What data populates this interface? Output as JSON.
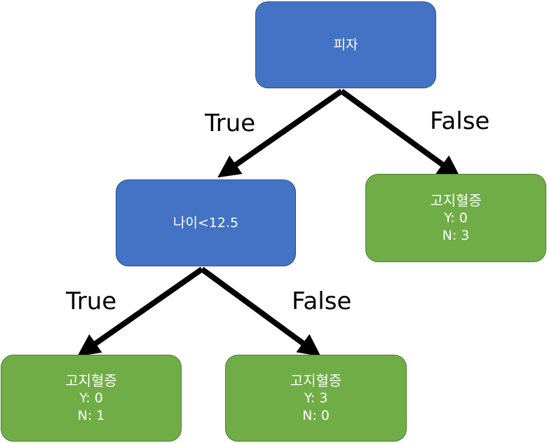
{
  "nodes": {
    "root": {
      "title": "피자"
    },
    "age": {
      "title": "나이<12.5"
    },
    "leaf_right": {
      "title": "고지혈증",
      "y": "Y: 0",
      "n": "N: 3"
    },
    "leaf_ll": {
      "title": "고지혈증",
      "y": "Y: 0",
      "n": "N: 1"
    },
    "leaf_lr": {
      "title": "고지혈증",
      "y": "Y: 3",
      "n": "N: 0"
    }
  },
  "edges": {
    "root_true": "True",
    "root_false": "False",
    "age_true": "True",
    "age_false": "False"
  },
  "colors": {
    "decision": "#4472c4",
    "leaf": "#70ad47",
    "edge": "#000000"
  }
}
